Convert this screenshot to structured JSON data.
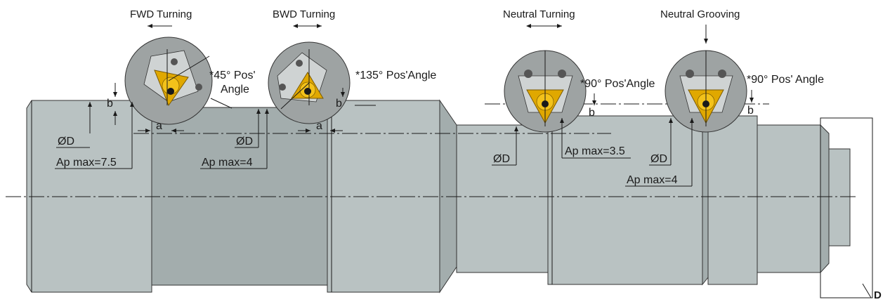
{
  "operations": {
    "fwd_turning": "FWD Turning",
    "bwd_turning": "BWD Turning",
    "neutral_turning": "Neutral Turning",
    "neutral_grooving": "Neutral Grooving"
  },
  "angles": {
    "fwd_line1": "*45° Pos'",
    "fwd_line2": "Angle",
    "bwd": "*135° Pos'Angle",
    "neutral_turning": "*90° Pos'Angle",
    "neutral_grooving": "*90° Pos' Angle"
  },
  "dimensions": {
    "b": "b",
    "a": "a",
    "diameter": "ØD",
    "ap_fwd": "Ap max=7.5",
    "ap_bwd": "Ap max=4",
    "ap_neutral_turning": "Ap max=3.5",
    "ap_neutral_grooving": "Ap max=4"
  },
  "detail_label": "D",
  "colors": {
    "shaft": "#b9c2c2",
    "holder": "#9ea3a3",
    "insert": "#e0a800"
  }
}
